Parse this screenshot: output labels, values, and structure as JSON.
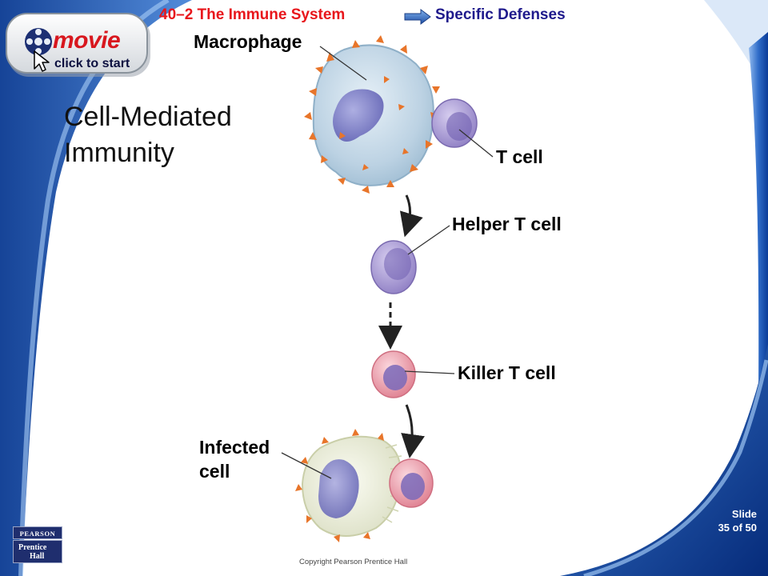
{
  "header": {
    "section": "40–2 The Immune System",
    "topic": "Specific Defenses"
  },
  "movie_button": {
    "word": "movie",
    "subtitle": "click to start"
  },
  "slide_title": "Cell-Mediated\nImmunity",
  "diagram": {
    "labels": {
      "macrophage": "Macrophage",
      "t_cell": "T cell",
      "helper_t_cell": "Helper T cell",
      "killer_t_cell": "Killer T cell",
      "infected_cell": "Infected\ncell"
    }
  },
  "footer": {
    "copyright": "Copyright Pearson Prentice Hall",
    "slide_label": "Slide",
    "slide_position": "35 of 50",
    "publisher_top": "PEARSON",
    "publisher_line1": "Prentice",
    "publisher_line2": "Hall"
  },
  "colors": {
    "header_section": "#e8161b",
    "header_topic": "#1f1a8c",
    "theme_blue": "#0a3d9c",
    "macrophage_body": "#c9dbe8",
    "t_cell": "#a999cf",
    "killer_t_cell": "#e89aa6",
    "infected_cell": "#eef0e0",
    "antigen_spikes": "#e8752a"
  },
  "icons": {
    "header_arrow": "right-arrow-icon",
    "movie_cursor": "mouse-cursor-icon"
  }
}
